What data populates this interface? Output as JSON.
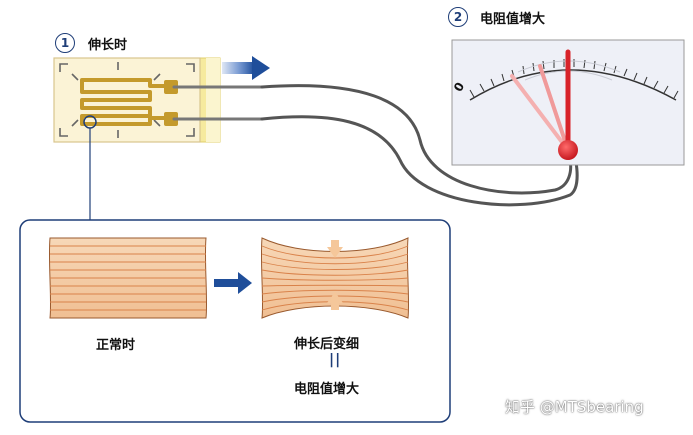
{
  "step1": {
    "number": "1",
    "title": "伸长时"
  },
  "step2": {
    "number": "2",
    "title": "电阻值增大"
  },
  "detail": {
    "normal_label": "正常时",
    "stretched_label": "伸长后变细",
    "equals_symbol": "||",
    "result_label": "电阻值增大"
  },
  "meter": {
    "zero_label": "0"
  },
  "watermark": "知乎 @MTSbearing",
  "colors": {
    "accent_blue": "#1f4e9a",
    "wire": "#555555",
    "strain_gauge_bg": "#fbf3d6",
    "foil": "#c49a2c",
    "needle_red": "#d8232a",
    "fiber_light": "#f2c8a2",
    "fiber_dark": "#d9824a"
  }
}
